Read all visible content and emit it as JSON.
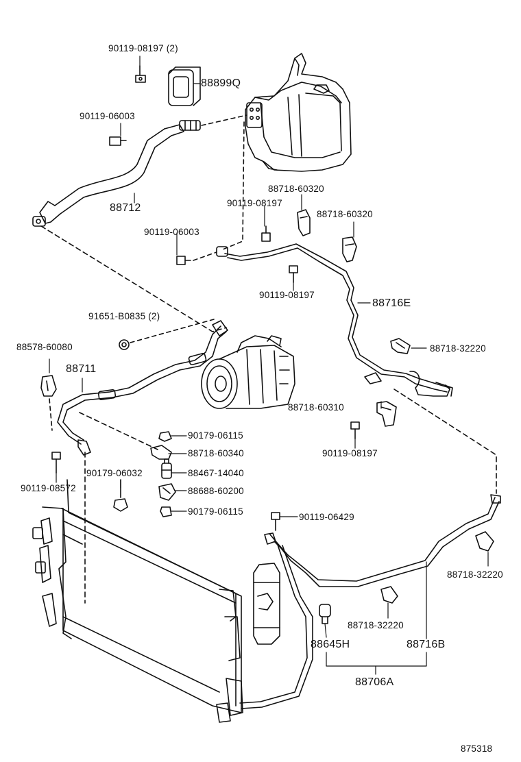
{
  "colors": {
    "ink": "#111111",
    "background": "#ffffff"
  },
  "diagram_id": "875318",
  "labels": {
    "l90119_08197_2": "90119-08197 (2)",
    "l88899Q": "88899Q",
    "l90119_06003_a": "90119-06003",
    "l88712": "88712",
    "l88718_60320_a": "88718-60320",
    "l90119_08197_a": "90119-08197",
    "l88718_60320_b": "88718-60320",
    "l90119_06003_b": "90119-06003",
    "l90119_08197_b": "90119-08197",
    "l88716E": "88716E",
    "l91651_B0835_2": "91651-B0835 (2)",
    "l88578_60080": "88578-60080",
    "l88711": "88711",
    "l88718_32220_a": "88718-32220",
    "l88718_60310": "88718-60310",
    "l90179_06115_a": "90179-06115",
    "l90119_08197_c": "90119-08197",
    "l88718_60340": "88718-60340",
    "l90179_06032": "90179-06032",
    "l88467_14040": "88467-14040",
    "l90119_08572": "90119-08572",
    "l88688_60200": "88688-60200",
    "l90179_06115_b": "90179-06115",
    "l90119_06429": "90119-06429",
    "l88718_32220_b": "88718-32220",
    "l88718_32220_c": "88718-32220",
    "l88645H": "88645H",
    "l88716B": "88716B",
    "l88706A": "88706A"
  }
}
